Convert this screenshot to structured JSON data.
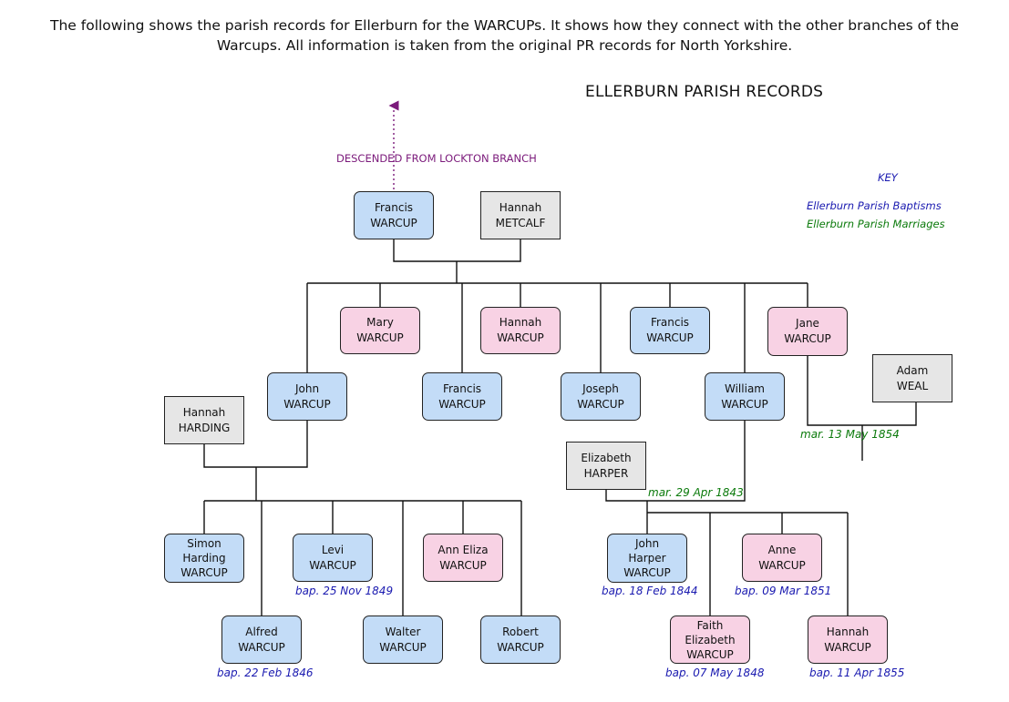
{
  "intro": {
    "line1": "The following shows the parish records for Ellerburn for the WARCUPs. It shows how they connect with the other branches of the",
    "line2": "Warcups. All information is taken from the original PR records for North Yorkshire."
  },
  "title": "ELLERBURN PARISH RECORDS",
  "lockton_label": "DESCENDED FROM LOCKTON BRANCH",
  "key": {
    "heading": "KEY",
    "baptisms": "Ellerburn Parish Baptisms",
    "marriages": "Ellerburn Parish Marriages",
    "baptism_color": "#1a1ab0",
    "marriage_color": "#0b7a0b",
    "heading_color": "#1a1ab0"
  },
  "colors": {
    "male": "#c3dcf7",
    "female": "#f8d2e4",
    "spouse": "#e6e6e6",
    "lockton": "#7b1a7b"
  },
  "people": {
    "francis_sr": [
      "Francis",
      "WARCUP"
    ],
    "hannah_metcalf": [
      "Hannah",
      "METCALF"
    ],
    "mary": [
      "Mary",
      "WARCUP"
    ],
    "hannah_w": [
      "Hannah",
      "WARCUP"
    ],
    "francis_2": [
      "Francis",
      "WARCUP"
    ],
    "jane": [
      "Jane",
      "WARCUP"
    ],
    "adam_weal": [
      "Adam",
      "WEAL"
    ],
    "john": [
      "John",
      "WARCUP"
    ],
    "francis_3": [
      "Francis",
      "WARCUP"
    ],
    "joseph": [
      "Joseph",
      "WARCUP"
    ],
    "william": [
      "William",
      "WARCUP"
    ],
    "hannah_harding": [
      "Hannah",
      "HARDING"
    ],
    "elizabeth_harper": [
      "Elizabeth",
      "HARPER"
    ],
    "simon": [
      "Simon",
      "Harding",
      "WARCUP"
    ],
    "levi": [
      "Levi",
      "WARCUP"
    ],
    "ann_eliza": [
      "Ann Eliza",
      "WARCUP"
    ],
    "alfred": [
      "Alfred",
      "WARCUP"
    ],
    "walter": [
      "Walter",
      "WARCUP"
    ],
    "robert": [
      "Robert",
      "WARCUP"
    ],
    "john_harper": [
      "John",
      "Harper",
      "WARCUP"
    ],
    "anne": [
      "Anne",
      "WARCUP"
    ],
    "faith": [
      "Faith",
      "Elizabeth",
      "WARCUP"
    ],
    "hannah_jr": [
      "Hannah",
      "WARCUP"
    ]
  },
  "baptisms": {
    "levi": "bap. 25 Nov 1849",
    "alfred": "bap. 22 Feb 1846",
    "john_harper": "bap. 18 Feb 1844",
    "anne": "bap. 09 Mar 1851",
    "faith": "bap. 07 May 1848",
    "hannah_jr": "bap. 11 Apr 1855"
  },
  "marriages": {
    "jane_adam": "mar. 13 May 1854",
    "william_elizabeth": "mar. 29 Apr 1843"
  }
}
